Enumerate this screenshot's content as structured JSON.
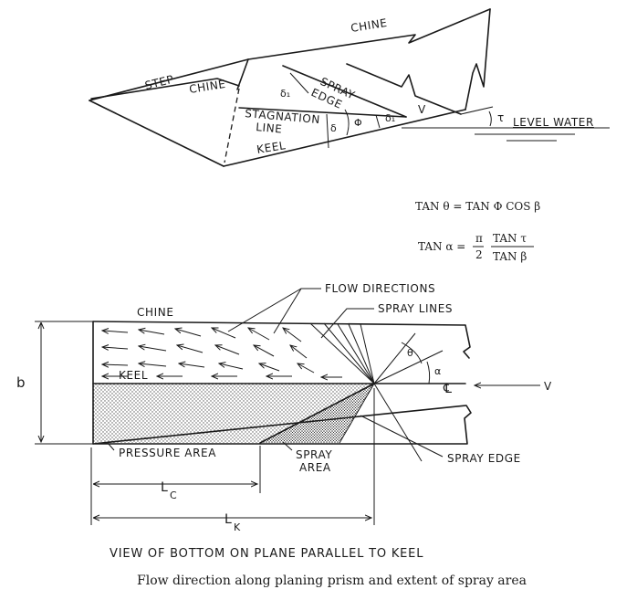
{
  "top_view": {
    "chine_upper": "CHINE",
    "step": "STEP",
    "chine_left": "CHINE",
    "spray_edge_1": "SPRAY",
    "spray_edge_2": "EDGE",
    "stagnation_1": "STAGNATION",
    "stagnation_2": "LINE",
    "keel": "KEEL",
    "delta1_a": "δ₁",
    "delta": "δ",
    "phi": "Φ",
    "delta1_b": "δ₁",
    "v": "V",
    "tau": "τ",
    "level_water": "LEVEL WATER"
  },
  "equations": {
    "eq1": "TAN θ = TAN Φ COS β",
    "eq2_lhs": "TAN α =",
    "eq2_pi": "π",
    "eq2_two": "2",
    "eq2_num": "TAN τ",
    "eq2_den": "TAN β"
  },
  "bottom_view": {
    "flow_directions": "FLOW DIRECTIONS",
    "spray_lines": "SPRAY LINES",
    "chine": "CHINE",
    "b": "b",
    "keel": "KEEL",
    "theta": "θ",
    "alpha": "α",
    "centerline": "℄",
    "v": "V",
    "pressure_area": "PRESSURE AREA",
    "spray_area_1": "SPRAY",
    "spray_area_2": "AREA",
    "spray_edge": "SPRAY EDGE",
    "lc": "L",
    "lc_sub": "C",
    "lk": "L",
    "lk_sub": "K"
  },
  "view_title": "VIEW OF BOTTOM ON PLANE PARALLEL TO KEEL",
  "caption": "Flow direction along planing prism and extent of spray area"
}
